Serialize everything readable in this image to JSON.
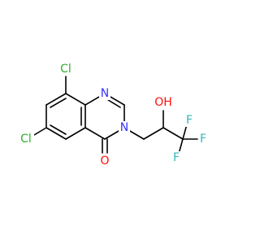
{
  "colors": {
    "bond": "#000000",
    "Cl": "#2fae2f",
    "N": "#3333ff",
    "O": "#ff0d0d",
    "F": "#33b7b7",
    "background": "#ffffff"
  },
  "atoms": {
    "cl_top": "Cl",
    "cl_left": "Cl",
    "n1": "N",
    "n3": "N",
    "o_carbonyl": "O",
    "oh": "OH",
    "f_top": "F",
    "f_right": "F",
    "f_bottom": "F"
  }
}
